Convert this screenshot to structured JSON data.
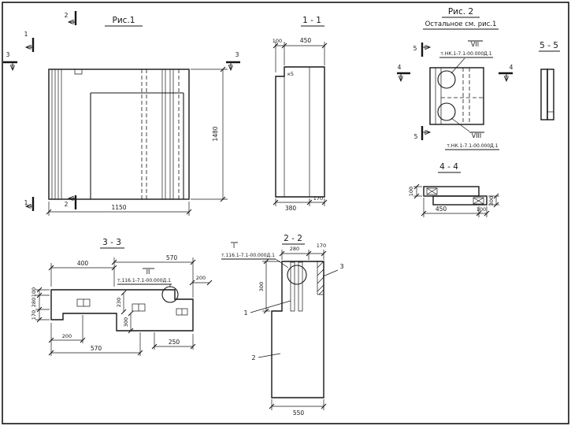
{
  "sheet": {
    "fig1": {
      "title": "Рис.1",
      "cut1": "1",
      "cut2": "2",
      "cut3": "3",
      "dim_height": "1480",
      "dim_width": "1150"
    },
    "sec11": {
      "title": "1 - 1",
      "dim_100": "100",
      "dim_450": "450",
      "weld": "к5",
      "dim_380": "380",
      "dim_170": "170"
    },
    "fig2": {
      "title": "Рис. 2",
      "subtitle": "Остальное см. рис.1",
      "cut4": "4",
      "cut5": "5",
      "node_vii": "VII",
      "node_vii_ref": "т.НК.1-7.1-00.000Д.1",
      "node_viii": "VIII",
      "node_viii_ref": "т.НК.1-7.1-00.000Д.1"
    },
    "sec55": {
      "title": "5 - 5"
    },
    "sec44": {
      "title": "4 - 4",
      "dim_left": "100",
      "dim_450": "450",
      "dim_100": "100",
      "dim_right": "300"
    },
    "sec33": {
      "title": "3 - 3",
      "node": "II",
      "node_ref": "т.116.1-7.1-00.000Д.1",
      "dim_400": "400",
      "dim_570_top": "570",
      "dim_200_right": "200",
      "dim_100": "100",
      "dim_280": "280",
      "dim_170": "170",
      "dim_230": "230",
      "dim_300": "300",
      "dim_200": "200",
      "dim_570": "570",
      "dim_250": "250"
    },
    "sec22": {
      "title": "2 - 2",
      "node": "I",
      "node_ref": "т.116.1-7.1-00.000Д.1",
      "dim_280": "280",
      "dim_170": "170",
      "dim_300": "300",
      "dim_550": "550",
      "part1": "1",
      "part2": "2",
      "part3": "3"
    }
  }
}
